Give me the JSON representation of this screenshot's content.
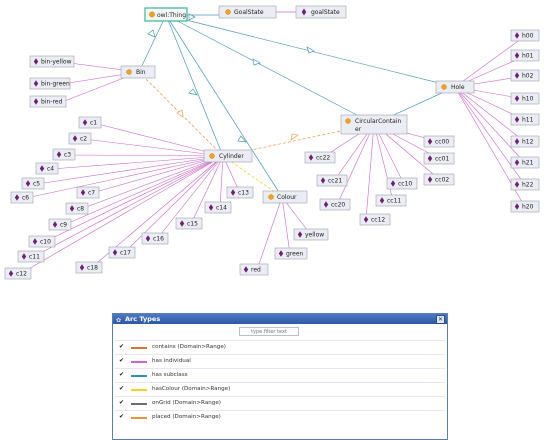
{
  "nodes": {
    "owl_thing": "owl:Thing",
    "goalstate_class": "GoalState",
    "goalstate_ind": "goalState",
    "bin": "Bin",
    "bin_yellow": "bin-yellow",
    "bin_green": "bin-green",
    "bin_red": "bin-red",
    "hole": "Hole",
    "circular_container_line1": "CircularContain",
    "circular_container_line2": "er",
    "cylinder": "Cylinder",
    "colour": "Colour",
    "yellow": "yellow",
    "green": "green",
    "red": "red",
    "h00": "h00",
    "h01": "h01",
    "h02": "h02",
    "h10": "h10",
    "h11": "h11",
    "h12": "h12",
    "h21": "h21",
    "h22": "h22",
    "h20": "h20",
    "cc00": "cc00",
    "cc01": "cc01",
    "cc02": "cc02",
    "cc10": "cc10",
    "cc11": "cc11",
    "cc12": "cc12",
    "cc20": "cc20",
    "cc21": "cc21",
    "cc22": "cc22",
    "c1": "c1",
    "c2": "c2",
    "c3": "c3",
    "c4": "c4",
    "c5": "c5",
    "c6": "c6",
    "c7": "c7",
    "c8": "c8",
    "c9": "c9",
    "c10": "c10",
    "c11": "c11",
    "c12": "c12",
    "c13": "c13",
    "c14": "c14",
    "c15": "c15",
    "c16": "c16",
    "c17": "c17",
    "c18": "c18"
  },
  "colors": {
    "contains": "#e8702a",
    "has_individual": "#cc66cc",
    "has_subclass": "#2f8fb8",
    "hasColour": "#f5d21e",
    "onGrid": "#6e6e6e",
    "placed": "#e8963c"
  },
  "panel": {
    "title": "Arc Types",
    "filter_placeholder": "type filter text",
    "close_glyph": "✕",
    "icon_glyph": "✿",
    "items": [
      {
        "label": "contains (Domain>Range)",
        "checked": true,
        "color_key": "contains"
      },
      {
        "label": "has individual",
        "checked": true,
        "color_key": "has_individual"
      },
      {
        "label": "has subclass",
        "checked": true,
        "color_key": "has_subclass"
      },
      {
        "label": "hasColour (Domain>Range)",
        "checked": true,
        "color_key": "hasColour"
      },
      {
        "label": "onGrid (Domain>Range)",
        "checked": true,
        "color_key": "onGrid"
      },
      {
        "label": "placed (Domain>Range)",
        "checked": true,
        "color_key": "placed"
      }
    ]
  }
}
